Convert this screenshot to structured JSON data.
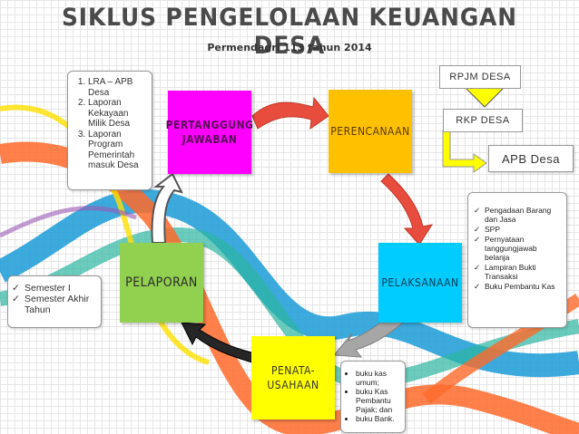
{
  "title": "SIKLUS PENGELOLAAN KEUANGAN DESA",
  "subtitle": "Permendagri 113 tahun 2014",
  "stages": {
    "pertanggungjawaban": [
      "PERTANGGUNG",
      "JAWABAN"
    ],
    "perencanaan": "PERENCANAAN",
    "pelaksanaan": "PELAKSANAAN",
    "penatausahaan": [
      "PENATA-",
      "USAHAAN"
    ],
    "pelaporan": "PELAPORAN"
  },
  "lra_box": {
    "items": [
      "LRA – APB Desa",
      "Laporan Kekayaan Milik Desa",
      "Laporan Program Pemerintah masuk Desa"
    ]
  },
  "semester_box": {
    "items": [
      "Semester  I",
      "Semester Akhir Tahun"
    ]
  },
  "pengadaan_box": {
    "items": [
      "Pengadaan Barang dan Jasa",
      "SPP",
      "Pernyataan tanggungjawab belanja",
      "Lampiran Bukti Transaksi",
      "Buku Pembantu Kas"
    ]
  },
  "buku_box": {
    "items": [
      "buku kas umum;",
      "buku Kas Pembantu Pajak; dan",
      "buku Bank."
    ]
  },
  "planning": {
    "rpjm": "RPJM DESA",
    "rkp": "RKP DESA",
    "apb": "APB Desa"
  },
  "colors": {
    "pertanggungjawaban": "#ff00ff",
    "perencanaan": "#ffc000",
    "pelaksanaan": "#00ccff",
    "penatausahaan": "#ffff00",
    "pelaporan": "#92d050",
    "arrow_red": "#e84c3d",
    "arrow_gray": "#a6a6a6",
    "arrow_black": "#262626",
    "arrow_yellow": "#ffff00"
  }
}
